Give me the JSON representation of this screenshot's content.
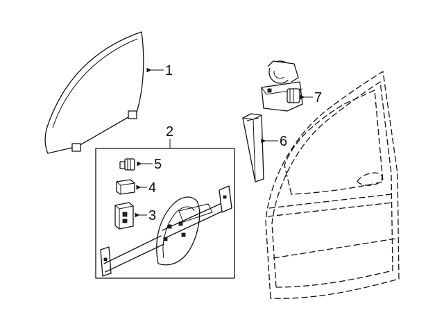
{
  "callouts": {
    "c1": "1",
    "c2": "2",
    "c3": "3",
    "c4": "4",
    "c5": "5",
    "c6": "6",
    "c7": "7"
  },
  "icons": {
    "arrow": "arrow-left-icon"
  }
}
